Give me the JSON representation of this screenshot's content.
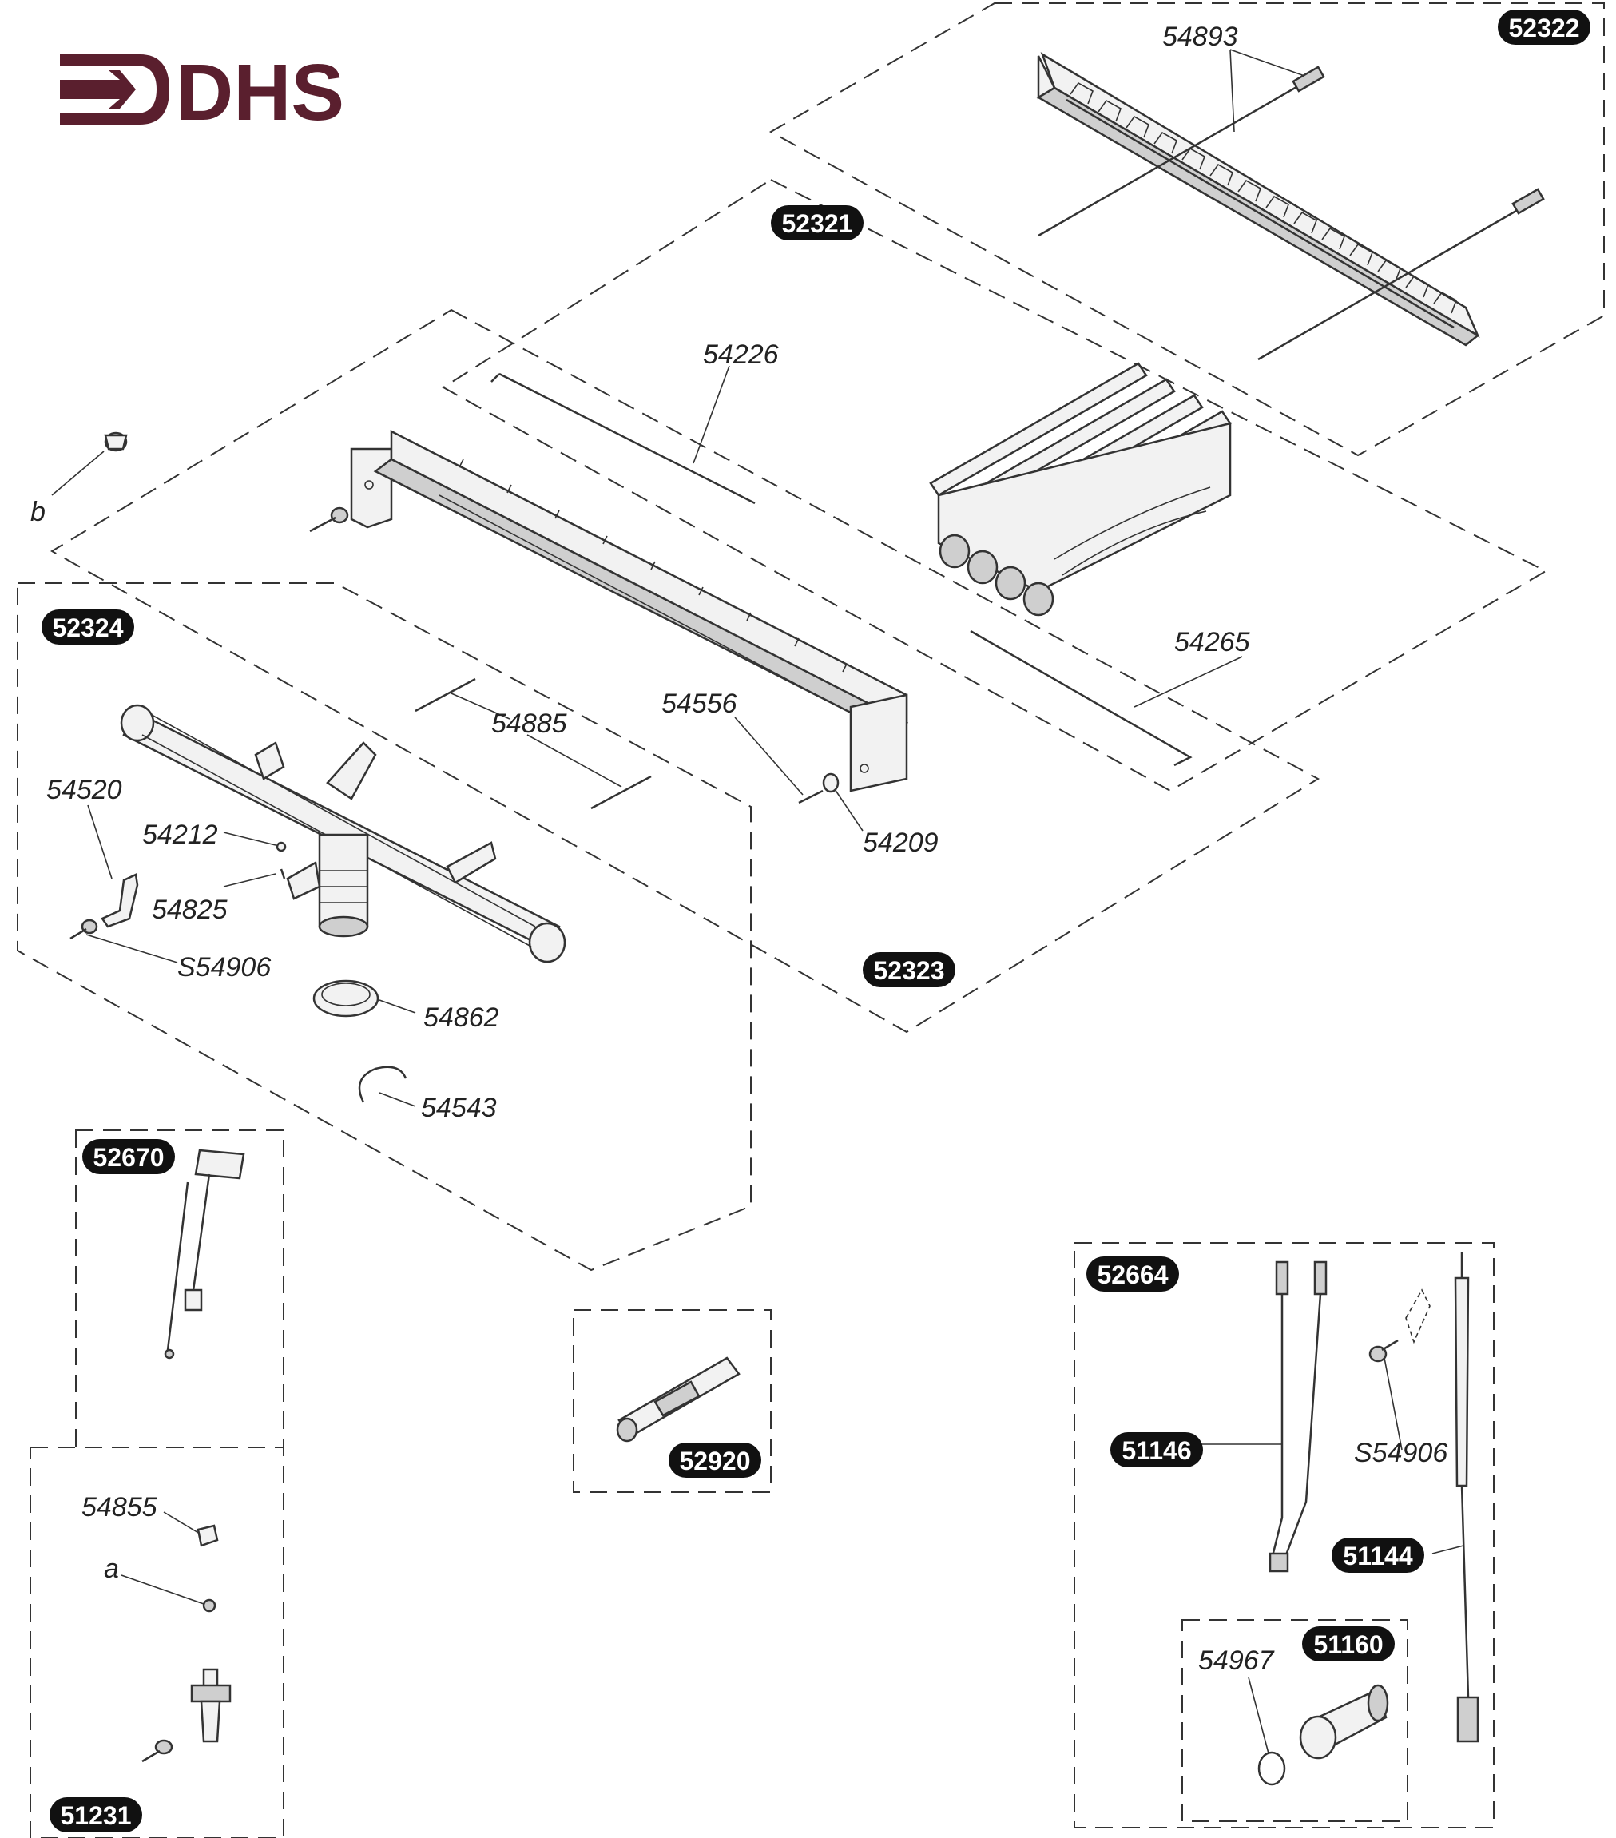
{
  "brand": {
    "name": "DHS",
    "color": "#5a1f2e"
  },
  "badges": {
    "52322": "52322",
    "52321": "52321",
    "52324": "52324",
    "52323": "52323",
    "52670": "52670",
    "52920": "52920",
    "52664": "52664",
    "51146": "51146",
    "51144": "51144",
    "51160": "51160",
    "51231": "51231"
  },
  "labels": {
    "54893": "54893",
    "54226": "54226",
    "b": "b",
    "54265": "54265",
    "54885": "54885",
    "54556": "54556",
    "54209": "54209",
    "54520": "54520",
    "54212": "54212",
    "54825": "54825",
    "s54906_burner": "S54906",
    "54862": "54862",
    "54543": "54543",
    "54855": "54855",
    "a": "a",
    "s54906_kit": "S54906",
    "54967": "54967"
  }
}
